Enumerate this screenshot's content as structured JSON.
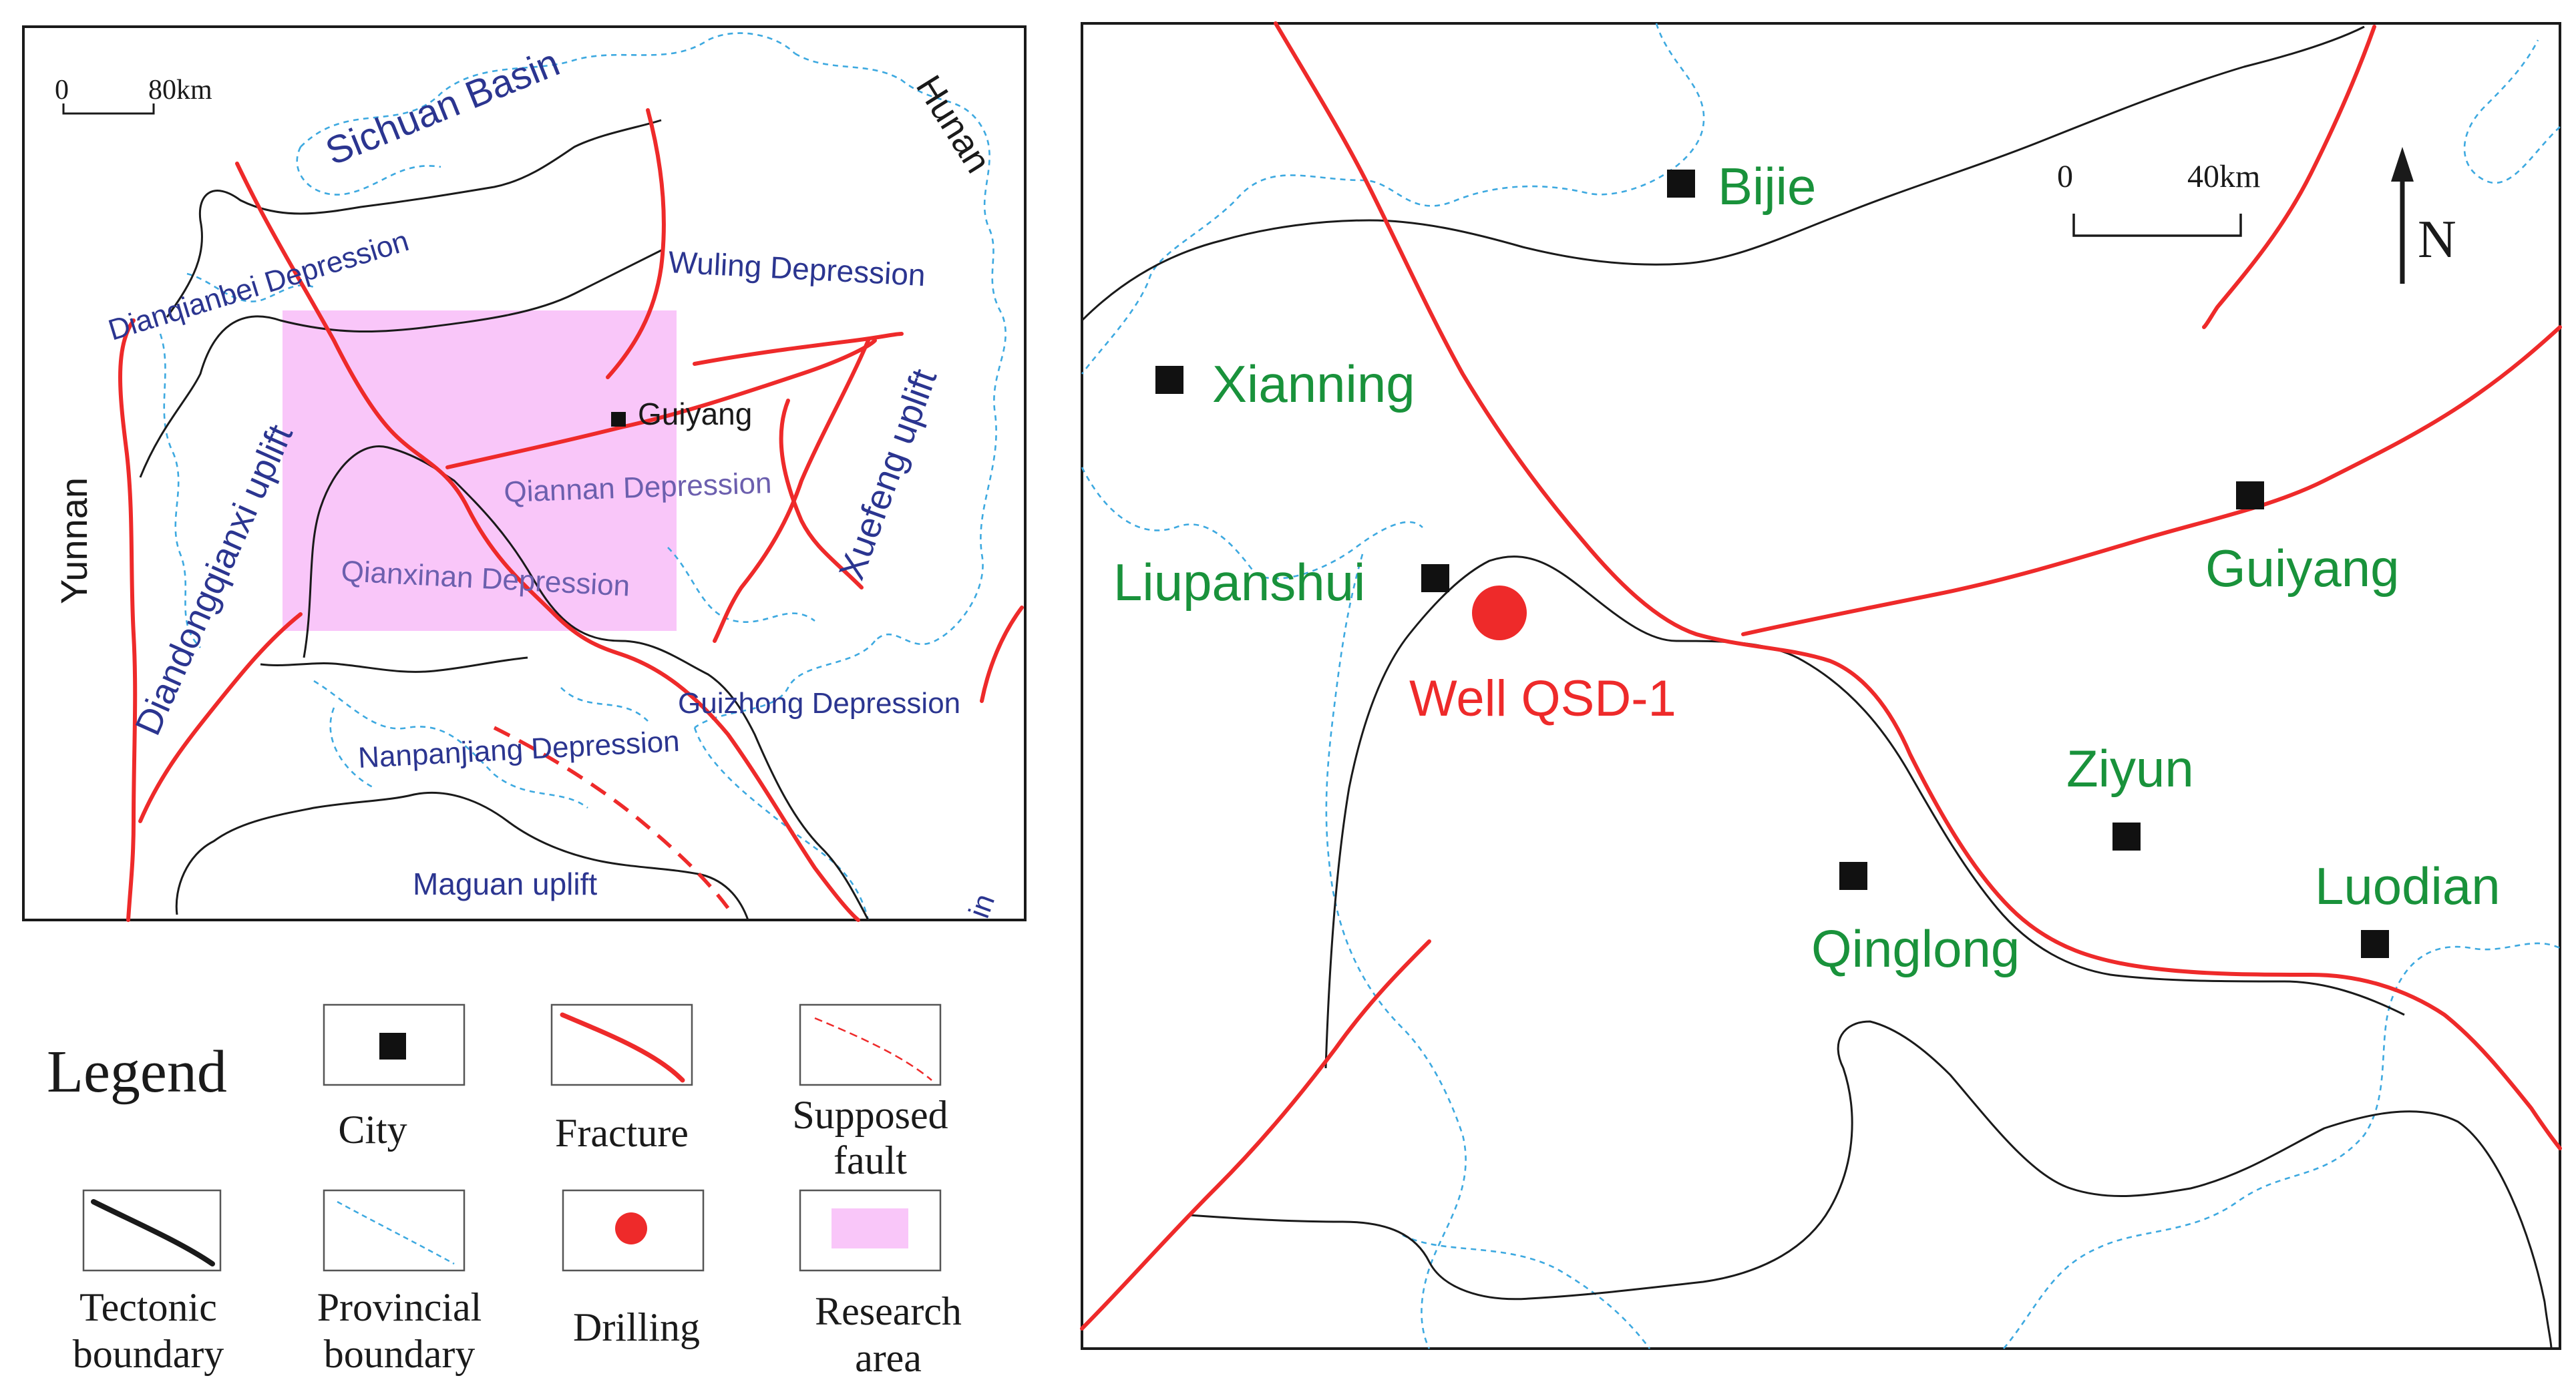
{
  "colors": {
    "fracture": "#ee2a2a",
    "tectonic_boundary": "#1a1a1a",
    "provincial_boundary": "#3da9e0",
    "research_area": "#f9c6f9",
    "drilling": "#ee2a2a",
    "city": "#111111",
    "region_label": "#2b3590",
    "city_label": "#19923b"
  },
  "overview_map": {
    "scale": {
      "zero": "0",
      "end": "80km"
    },
    "regions": {
      "sichuan_basin": "Sichuan Basin",
      "hunan": "Hunan",
      "yunnan": "Yunnan",
      "dianqianbei_depression": "Dianqianbei Depression",
      "wuling_depression": "Wuling Depression",
      "xuefeng_uplift": "Xuefeng uplift",
      "diandongqianxi_uplift": "Diandongqianxi uplift",
      "qiannan_depression": "Qiannan Depression",
      "qianxinan_depression": "Qianxinan Depression",
      "guizhong_depression": "Guizhong Depression",
      "nanpanjiang_depression": "Nanpanjiang Depression",
      "maguan_uplift": "Maguan uplift",
      "edge_fragment": "in"
    },
    "city": "Guiyang"
  },
  "detail_map": {
    "scale": {
      "zero": "0",
      "end": "40km"
    },
    "north": "N",
    "cities": {
      "bijie": "Bijie",
      "xianning": "Xianning",
      "liupanshui": "Liupanshui",
      "guiyang": "Guiyang",
      "ziyun": "Ziyun",
      "qinglong": "Qinglong",
      "luodian": "Luodian"
    },
    "well": "Well QSD-1"
  },
  "legend": {
    "title": "Legend",
    "items": {
      "city": "City",
      "fracture": "Fracture",
      "supposed_fault_1": "Supposed",
      "supposed_fault_2": "fault",
      "tectonic_1": "Tectonic",
      "tectonic_2": "boundary",
      "provincial_1": "Provincial",
      "provincial_2": "boundary",
      "drilling": "Drilling",
      "research_1": "Research",
      "research_2": "area"
    }
  }
}
